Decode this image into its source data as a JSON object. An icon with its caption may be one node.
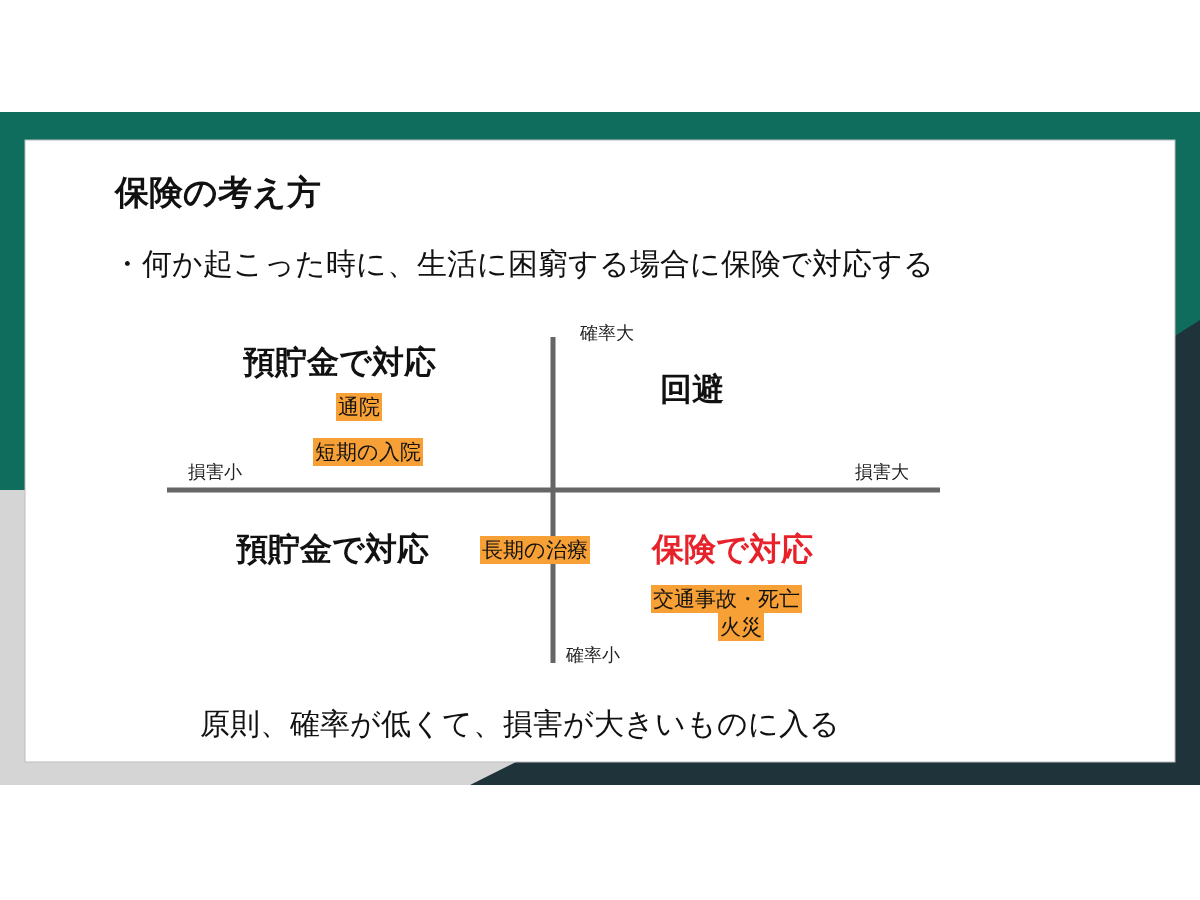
{
  "diagram": {
    "title": "保険の考え方",
    "nodes": [
      {
        "text": [
          "通院"
        ]
      },
      {
        "text": [
          "短期の入院"
        ]
      },
      {
        "text": [
          "長期の治療"
        ]
      },
      {
        "text": [
          "交通事故・死亡"
        ]
      },
      {
        "text": [
          "火災"
        ]
      }
    ],
    "labels": [
      "・何か起こった時に、生活に困窮する場合に保険で対応する",
      "確率大",
      "預貯金で対応",
      "回避",
      "損害小",
      "損害大",
      "預貯金で対応",
      "保険で対応",
      "確率小",
      "原則、確率が低くて、損害が大きいものに入る"
    ]
  }
}
